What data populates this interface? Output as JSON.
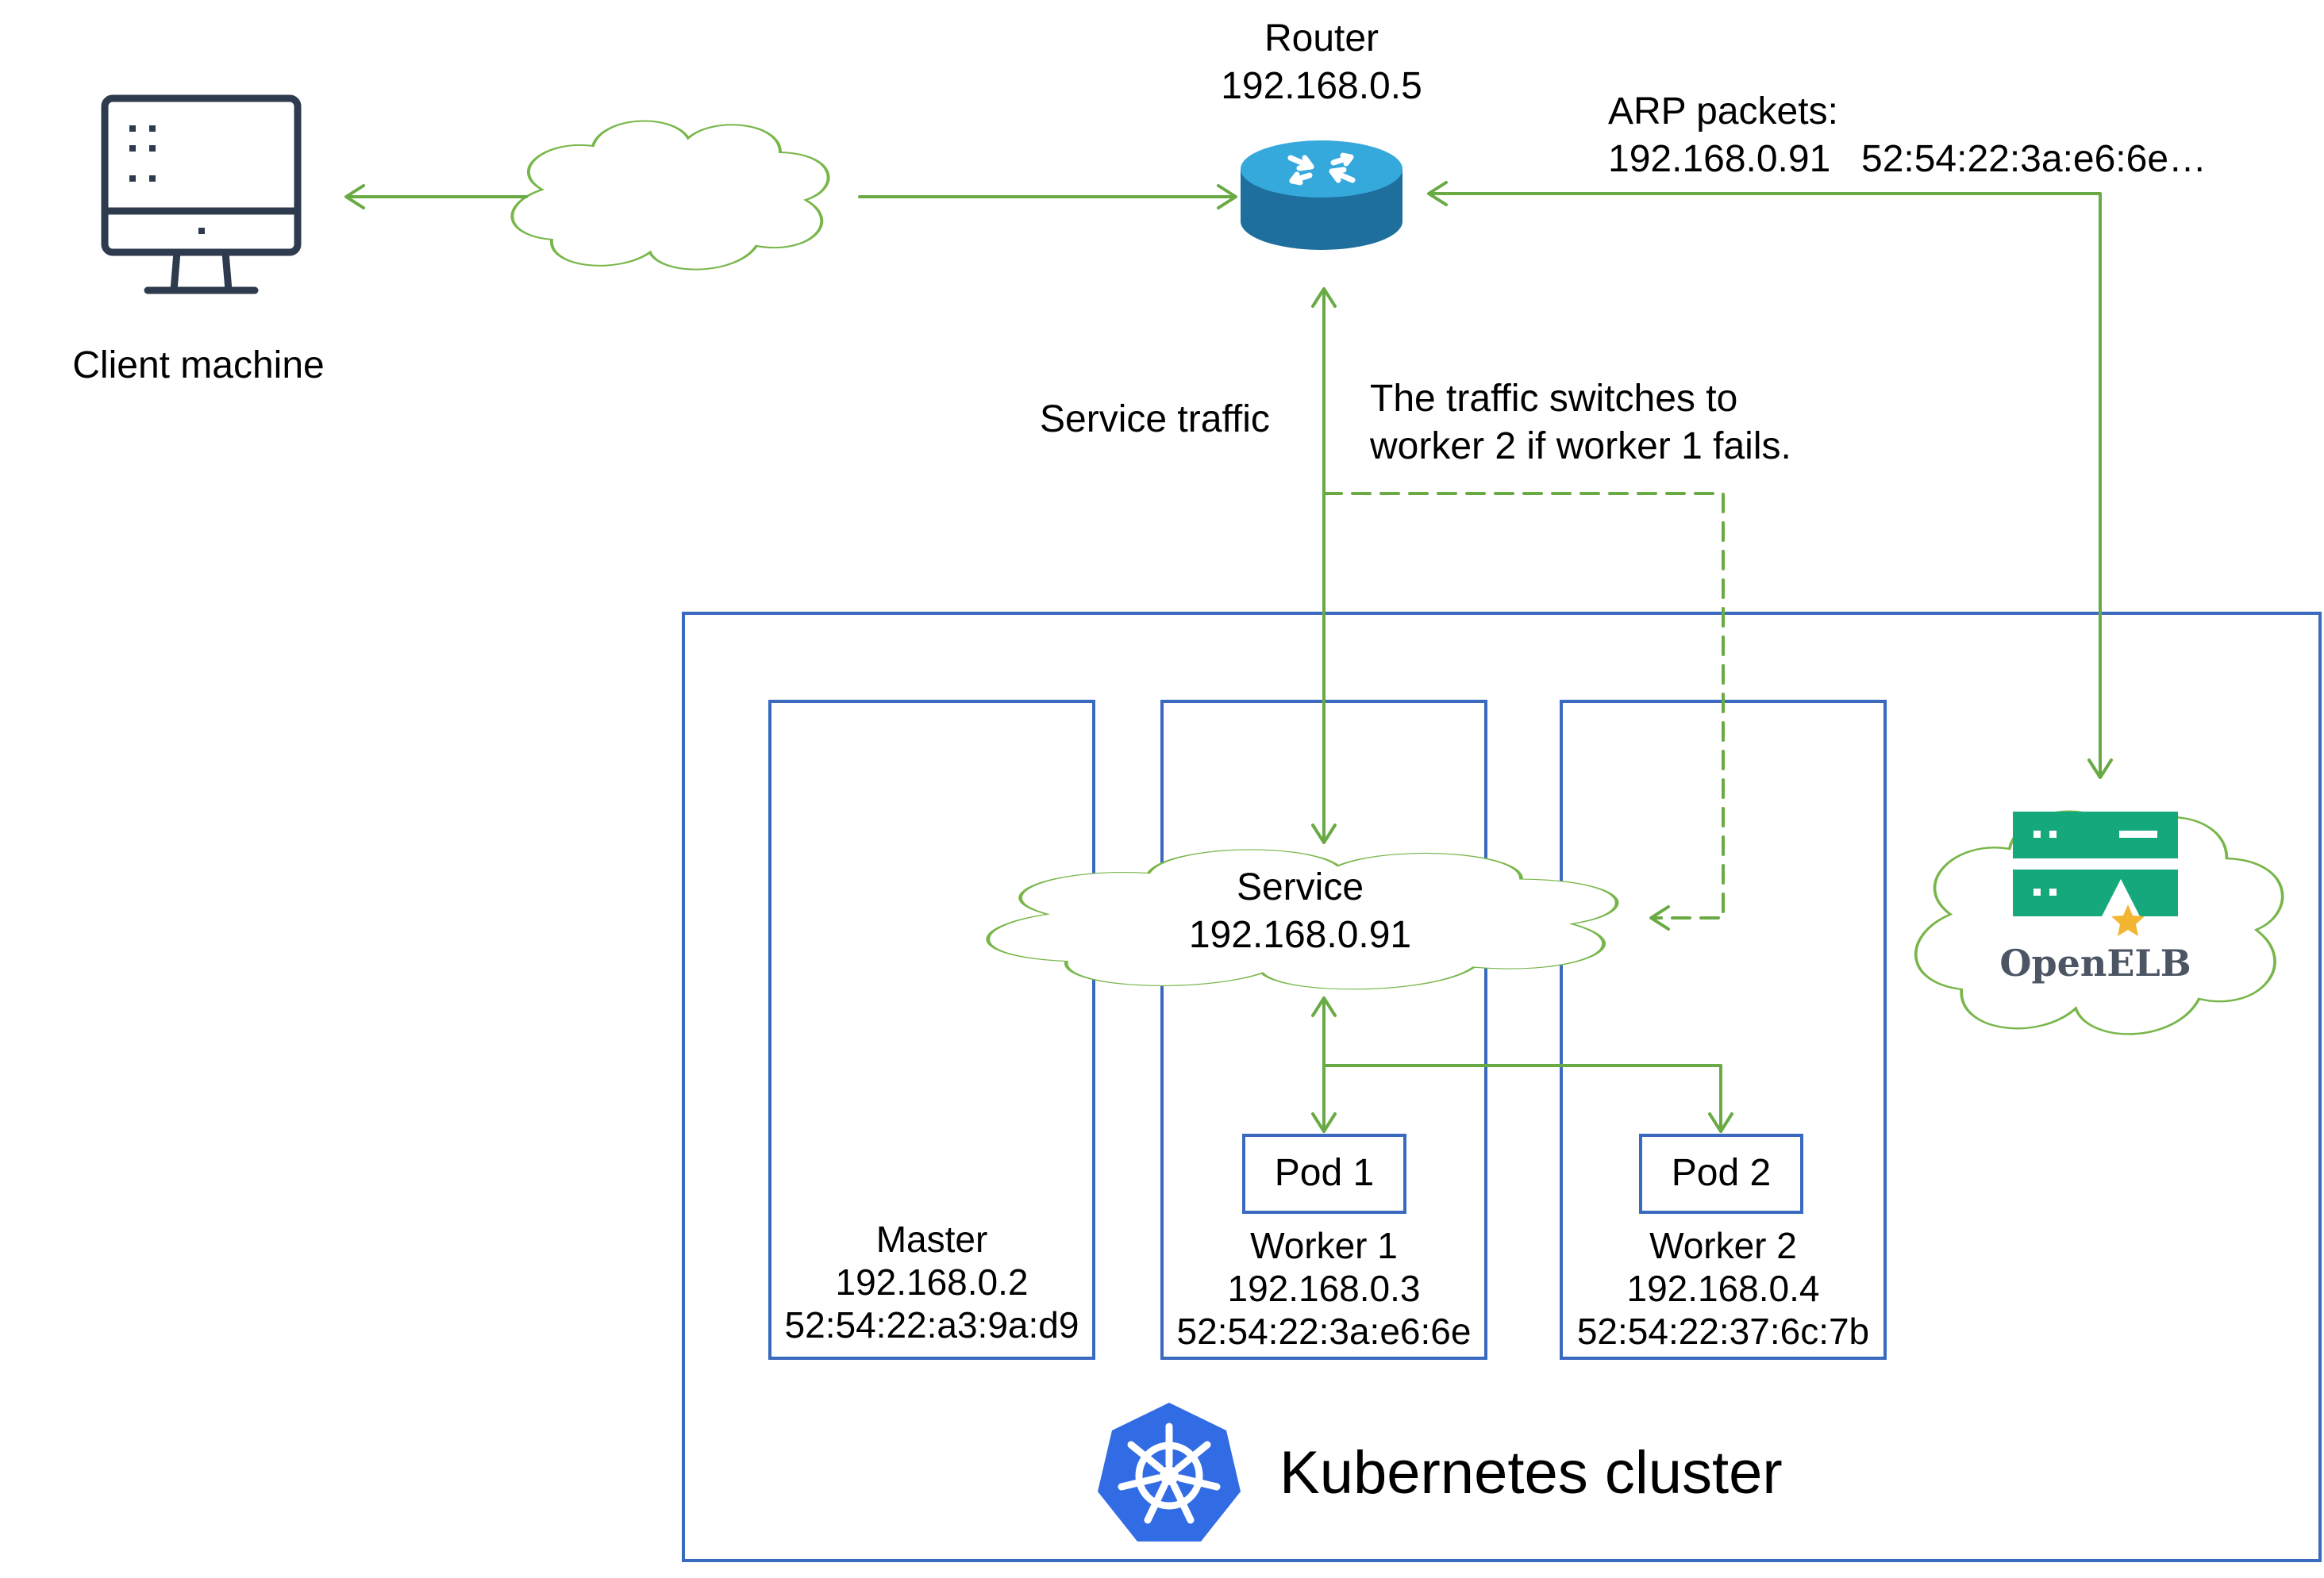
{
  "client": {
    "label": "Client machine"
  },
  "router": {
    "name": "Router",
    "ip": "192.168.0.5"
  },
  "arp": {
    "title": "ARP packets:",
    "ip": "192.168.0.91",
    "mac": "52:54:22:3a:e6:6e…"
  },
  "labels": {
    "service_traffic": "Service traffic",
    "failover_line1": "The traffic switches to",
    "failover_line2": "worker 2 if worker 1 fails."
  },
  "service": {
    "name": "Service",
    "ip": "192.168.0.91"
  },
  "nodes": [
    {
      "name": "Master",
      "ip": "192.168.0.2",
      "mac": "52:54:22:a3:9a:d9"
    },
    {
      "name": "Worker 1",
      "ip": "192.168.0.3",
      "mac": "52:54:22:3a:e6:6e"
    },
    {
      "name": "Worker 2",
      "ip": "192.168.0.4",
      "mac": "52:54:22:37:6c:7b"
    }
  ],
  "pods": [
    {
      "name": "Pod 1"
    },
    {
      "name": "Pod 2"
    }
  ],
  "cluster": {
    "label": "Kubernetes cluster"
  },
  "openelb": {
    "label": "OpenELB"
  },
  "colors": {
    "arrow_green": "#6aaa44",
    "cloud_green": "#78b64a",
    "box_blue": "#3a69c0",
    "k8s_blue": "#326ce5",
    "openelb_green": "#15a87c",
    "openelb_star": "#f2b632",
    "router_blue": "#1f8fc8"
  },
  "icons": [
    "monitor-icon",
    "cloud-icon",
    "router-icon",
    "kubernetes-logo-icon",
    "openelb-server-icon"
  ]
}
